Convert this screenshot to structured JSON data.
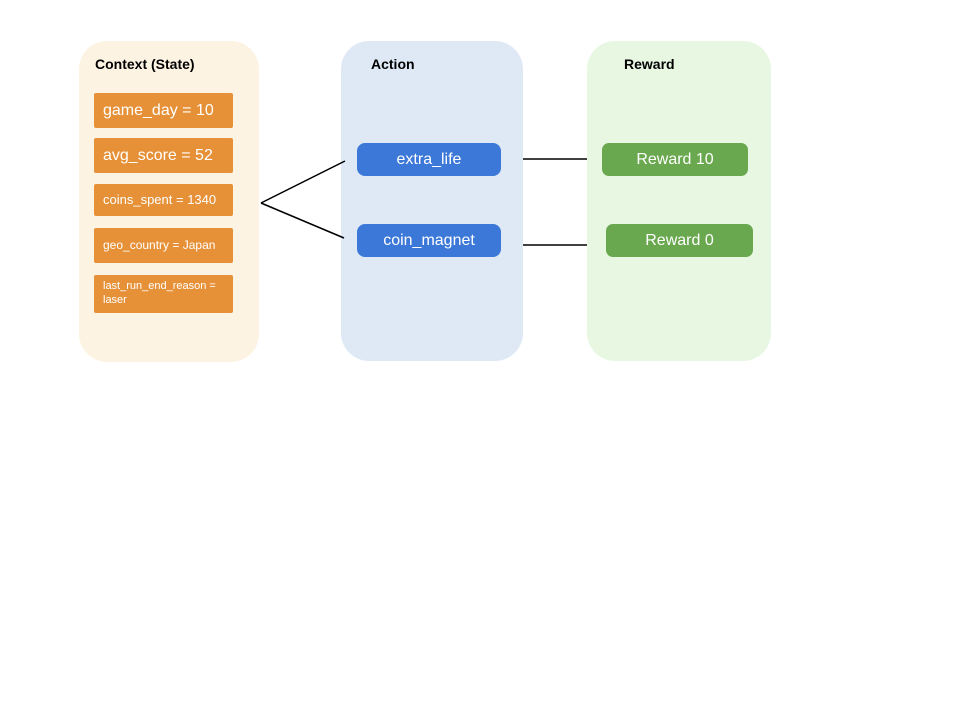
{
  "diagram": {
    "kind": "contextual-bandit-flow"
  },
  "context": {
    "title": "Context (State)",
    "items": [
      {
        "label": "game_day = 10"
      },
      {
        "label": "avg_score = 52"
      },
      {
        "label": "coins_spent = 1340"
      },
      {
        "label": "geo_country = Japan"
      },
      {
        "label": "last_run_end_reason = laser"
      }
    ]
  },
  "action": {
    "title": "Action",
    "buttons": [
      {
        "label": "extra_life"
      },
      {
        "label": "coin_magnet"
      }
    ]
  },
  "reward": {
    "title": "Reward",
    "buttons": [
      {
        "label": "Reward 10"
      },
      {
        "label": "Reward 0"
      }
    ]
  },
  "colors": {
    "canvas_bg": "#FFFFFF",
    "context_panel_bg": "#FDF3E2",
    "context_chip_bg": "#E69138",
    "action_panel_bg": "#DFE9F6",
    "action_button_bg": "#3C78D8",
    "reward_panel_bg": "#E7F7E2",
    "reward_button_bg": "#6AA84F",
    "connector_line": "#000000",
    "chip_text": "#FFFFFF",
    "title_text": "#000000"
  }
}
